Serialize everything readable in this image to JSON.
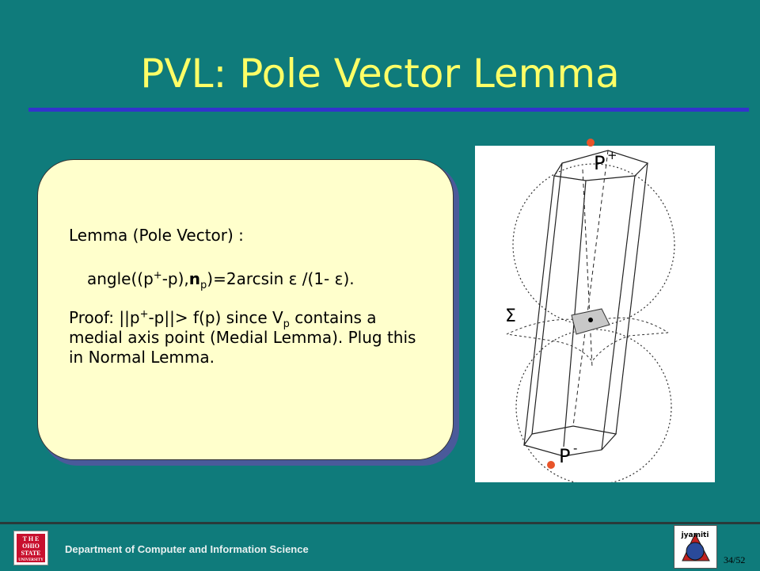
{
  "slide": {
    "title": "PVL: Pole Vector Lemma"
  },
  "lemma_box": {
    "heading": "Lemma (Pole Vector) :",
    "formula": {
      "prefix": "angle((p",
      "sup_plus": "+",
      "mid": "-p),",
      "n_bold": "n",
      "n_sub": "p",
      "suffix": ")=2arcsin ε /(1- ε)."
    },
    "proof": {
      "part1": "Proof: ||p",
      "sup_plus": "+",
      "part2": "-p||> f(p) since V",
      "sub_p": "p",
      "part3": " contains a medial axis point (Medial Lemma). Plug this in Normal Lemma."
    }
  },
  "figure": {
    "label_top": "P",
    "label_top_sup": "+",
    "label_bottom": "P",
    "label_bottom_sup": "-",
    "label_sigma": "Σ"
  },
  "footer": {
    "department": "Department of Computer and Information Science",
    "page_number": "34/52",
    "osu_logo_text": "THE OHIO STATE UNIVERSITY",
    "osu_lines": [
      "T H E",
      "OHIO",
      "STATE",
      "UNIVERSITY"
    ],
    "jyamiti_logo_text": "jyamiti"
  },
  "colors": {
    "background": "#0f7b7b",
    "title": "#ffff66",
    "rule": "#3333cc",
    "box": "#ffffcc",
    "pole_dot": "#e8542a"
  }
}
